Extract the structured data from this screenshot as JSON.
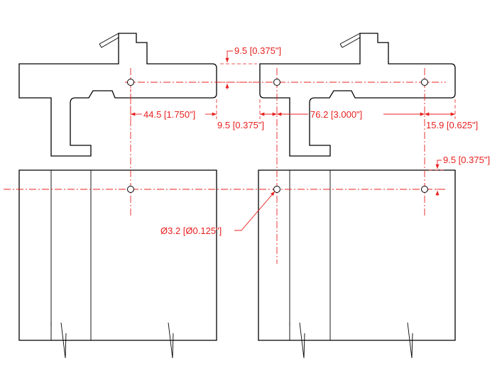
{
  "colors": {
    "outline": "#000000",
    "dimension": "#e8201f",
    "background": "#ffffff"
  },
  "dimensions": {
    "hole_spacing_left": "44.5 [1.750\"]",
    "hole_spacing_right": "76.2 [3.000\"]",
    "top_offset": "9.5 [0.375\"]",
    "edge_offset": "9.5 [0.375\"]",
    "right_edge": "15.9 [0.625\"]",
    "vertical_offset": "9.5 [0.375\"]",
    "hole_diameter": "Ø3.2 [Ø0.125\"]"
  }
}
